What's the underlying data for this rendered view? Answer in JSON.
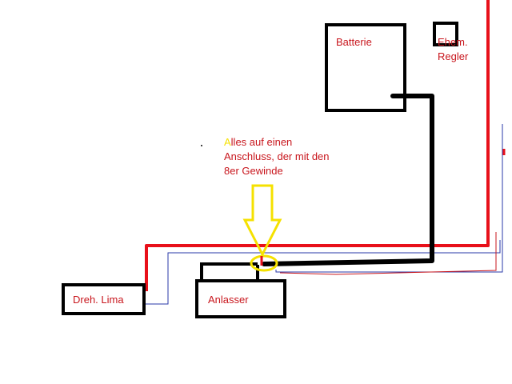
{
  "components": {
    "battery": {
      "label": "Batterie"
    },
    "old_regulator": {
      "label_line1": "Ehem.",
      "label_line2": "Regler"
    },
    "alternator": {
      "label": "Dreh. Lima"
    },
    "starter": {
      "label": "Anlasser"
    }
  },
  "annotation": {
    "first_letter": "A",
    "line1_rest": "lles auf einen",
    "line2": "Anschluss, der mit den",
    "line3": "8er Gewinde"
  },
  "colors": {
    "label_text": "#c8161d",
    "positive_wire": "#e8101a",
    "ground_wire": "#000000",
    "thin_wire": "#2a3aa8",
    "highlight": "#f5e100",
    "box_outline": "#000000"
  }
}
